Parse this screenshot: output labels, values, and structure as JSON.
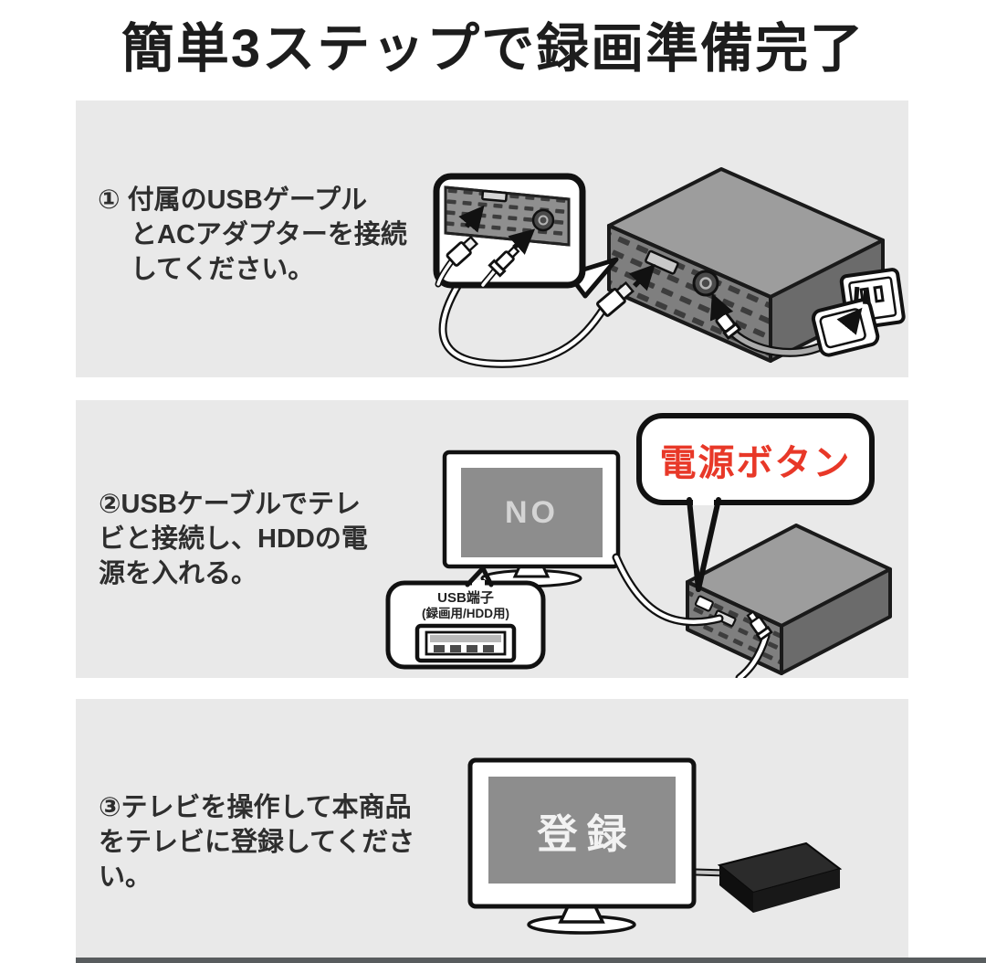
{
  "title": "簡単3ステップで録画準備完了",
  "steps": [
    {
      "lines": [
        "① 付属のUSBゲープル",
        "とACアダプターを接続",
        "してください。"
      ]
    },
    {
      "lines": [
        "②USBケーブルでテレ",
        "ビと接続し、HDDの電",
        "源を入れる。"
      ]
    },
    {
      "lines": [
        "③テレビを操作して本商品",
        "をテレビに登録してくださ",
        "い。"
      ]
    }
  ],
  "callouts": {
    "power_button": "電源ボタン",
    "usb_terminal_title": "USB端子",
    "usb_terminal_subtitle": "(録画用/HDD用)"
  },
  "tv_screens": {
    "step2_text": "NO",
    "step3_text": "登録"
  },
  "colors": {
    "panel_background": "#e9e9e9",
    "accent_red": "#e83828",
    "tv_screen_gray": "#8d8d8d",
    "ink_black": "#1d1d1d"
  }
}
